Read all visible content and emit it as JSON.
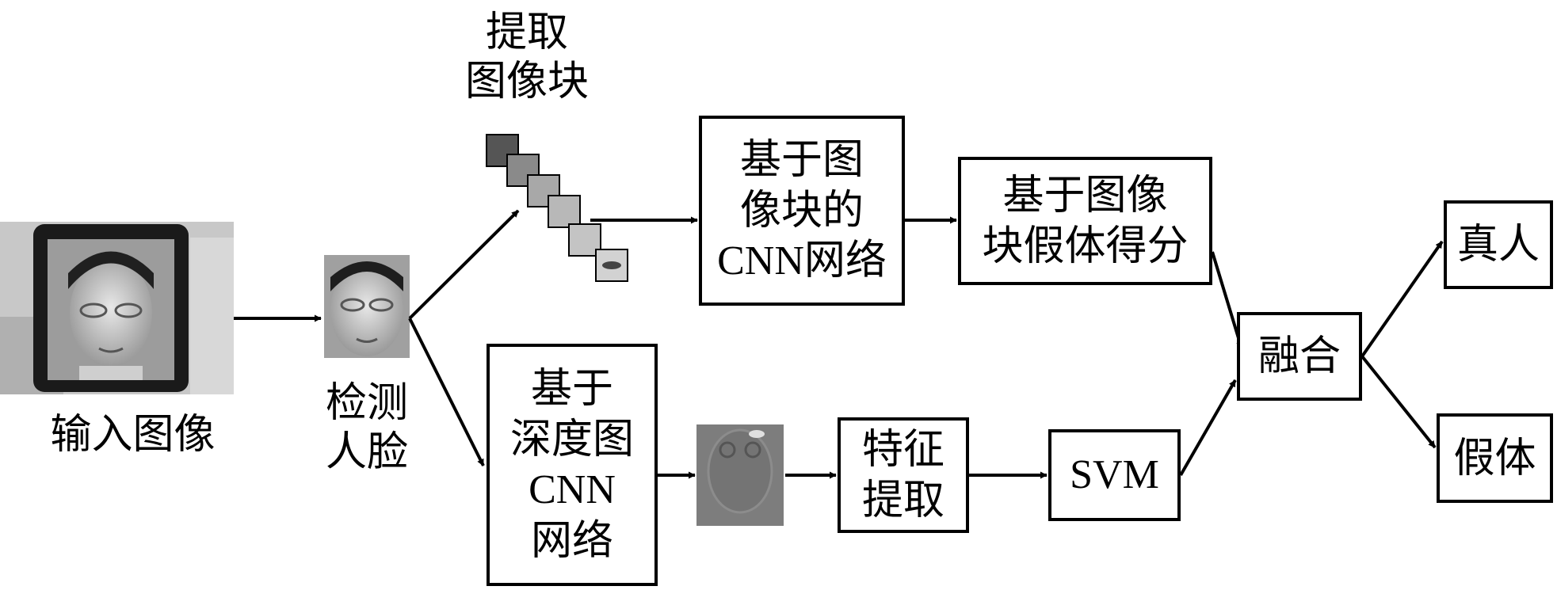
{
  "labels": {
    "input_image": "输入图像",
    "detect_face": [
      "检测",
      "人脸"
    ],
    "extract_patches": [
      "提取",
      "图像块"
    ]
  },
  "boxes": {
    "patch_cnn": [
      "基于图",
      "像块的",
      "CNN网络"
    ],
    "patch_score": [
      "基于图像",
      "块假体得分"
    ],
    "depth_cnn": [
      "基于",
      "深度图",
      "CNN",
      "网络"
    ],
    "feature_extract": [
      "特征",
      "提取"
    ],
    "svm": "SVM",
    "fusion": "融合",
    "real": "真人",
    "fake": "假体"
  }
}
